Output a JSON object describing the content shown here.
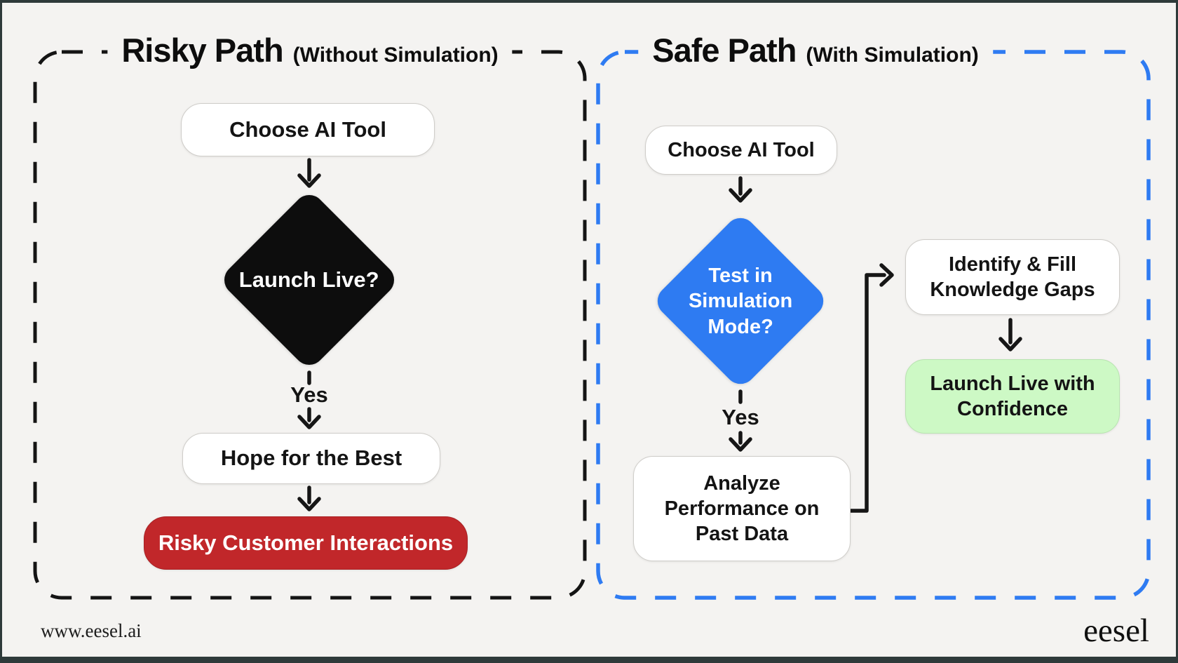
{
  "colors": {
    "background": "#f4f3f1",
    "frame": "#2e3a3a",
    "risky_border": "#141414",
    "safe_border": "#2e7bf2",
    "decision_black": "#0d0d0d",
    "decision_blue": "#2e7bf2",
    "outcome_red": "#c1272a",
    "launch_green": "#cdf9c5"
  },
  "risky_path": {
    "title": "Risky Path",
    "subtitle": "(Without Simulation)",
    "choose_label": "Choose AI Tool",
    "decision_label": "Launch Live?",
    "answer_label": "Yes",
    "hope_label": "Hope for the Best",
    "outcome_label": "Risky Customer Interactions"
  },
  "safe_path": {
    "title": "Safe Path",
    "subtitle": "(With Simulation)",
    "choose_label": "Choose AI Tool",
    "decision_label": "Test in Simulation Mode?",
    "answer_label": "Yes",
    "analyze_label": "Analyze Performance on Past Data",
    "identify_label": "Identify & Fill Knowledge Gaps",
    "launch_label": "Launch Live with Confidence"
  },
  "footer": {
    "website": "www.eesel.ai",
    "logo_text": "eesel"
  }
}
